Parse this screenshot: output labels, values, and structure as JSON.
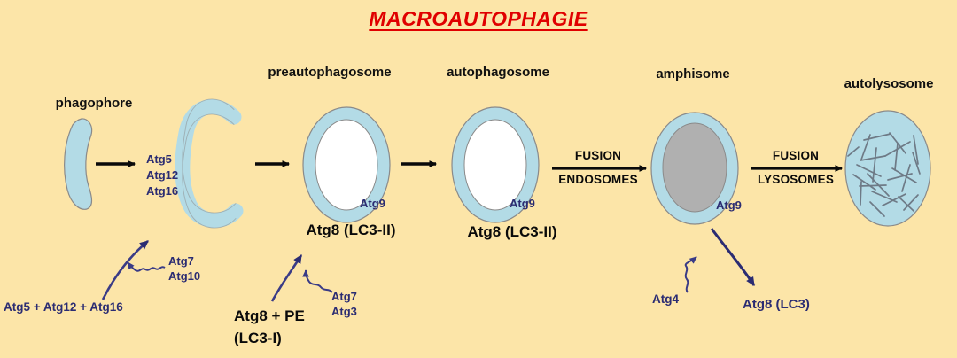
{
  "title": "MACROAUTOPHAGIE",
  "colors": {
    "background": "#fce5a8",
    "title_red": "#e00000",
    "membrane_blue": "#b3dbe6",
    "membrane_outline": "#8a8a8a",
    "lumen_white": "#ffffff",
    "cargo_grey": "#b0b0b0",
    "navy": "#2b2c72",
    "black": "#0a0a0a",
    "debris_grey": "#6e7a86"
  },
  "stages": [
    {
      "id": "phagophore",
      "label": "phagophore"
    },
    {
      "id": "preautophagosome",
      "label": "preautophagosome"
    },
    {
      "id": "autophagosome",
      "label": "autophagosome"
    },
    {
      "id": "amphisome",
      "label": "amphisome"
    },
    {
      "id": "autolysosome",
      "label": "autolysosome"
    }
  ],
  "conjugation": {
    "complex_stack": [
      "Atg5",
      "Atg12",
      "Atg16"
    ],
    "substrates": "Atg5 + Atg12 + Atg16",
    "enzymes": [
      "Atg7",
      "Atg10"
    ]
  },
  "lipidation": {
    "substrate_line1": "Atg8 + PE",
    "substrate_line2": "(LC3-I)",
    "enzymes": [
      "Atg7",
      "Atg3"
    ]
  },
  "membrane_markers": {
    "preautophagosome_atg9": "Atg9",
    "preautophagosome_atg8": "Atg8 (LC3-II)",
    "autophagosome_atg9": "Atg9",
    "autophagosome_atg8": "Atg8 (LC3-II)",
    "amphisome_atg9": "Atg9"
  },
  "delipidation": {
    "enzyme": "Atg4",
    "product": "Atg8 (LC3)"
  },
  "fusion_steps": [
    {
      "id": "endosomes",
      "line1": "FUSION",
      "line2": "ENDOSOMES"
    },
    {
      "id": "lysosomes",
      "line1": "FUSION",
      "line2": "LYSOSOMES"
    }
  ]
}
